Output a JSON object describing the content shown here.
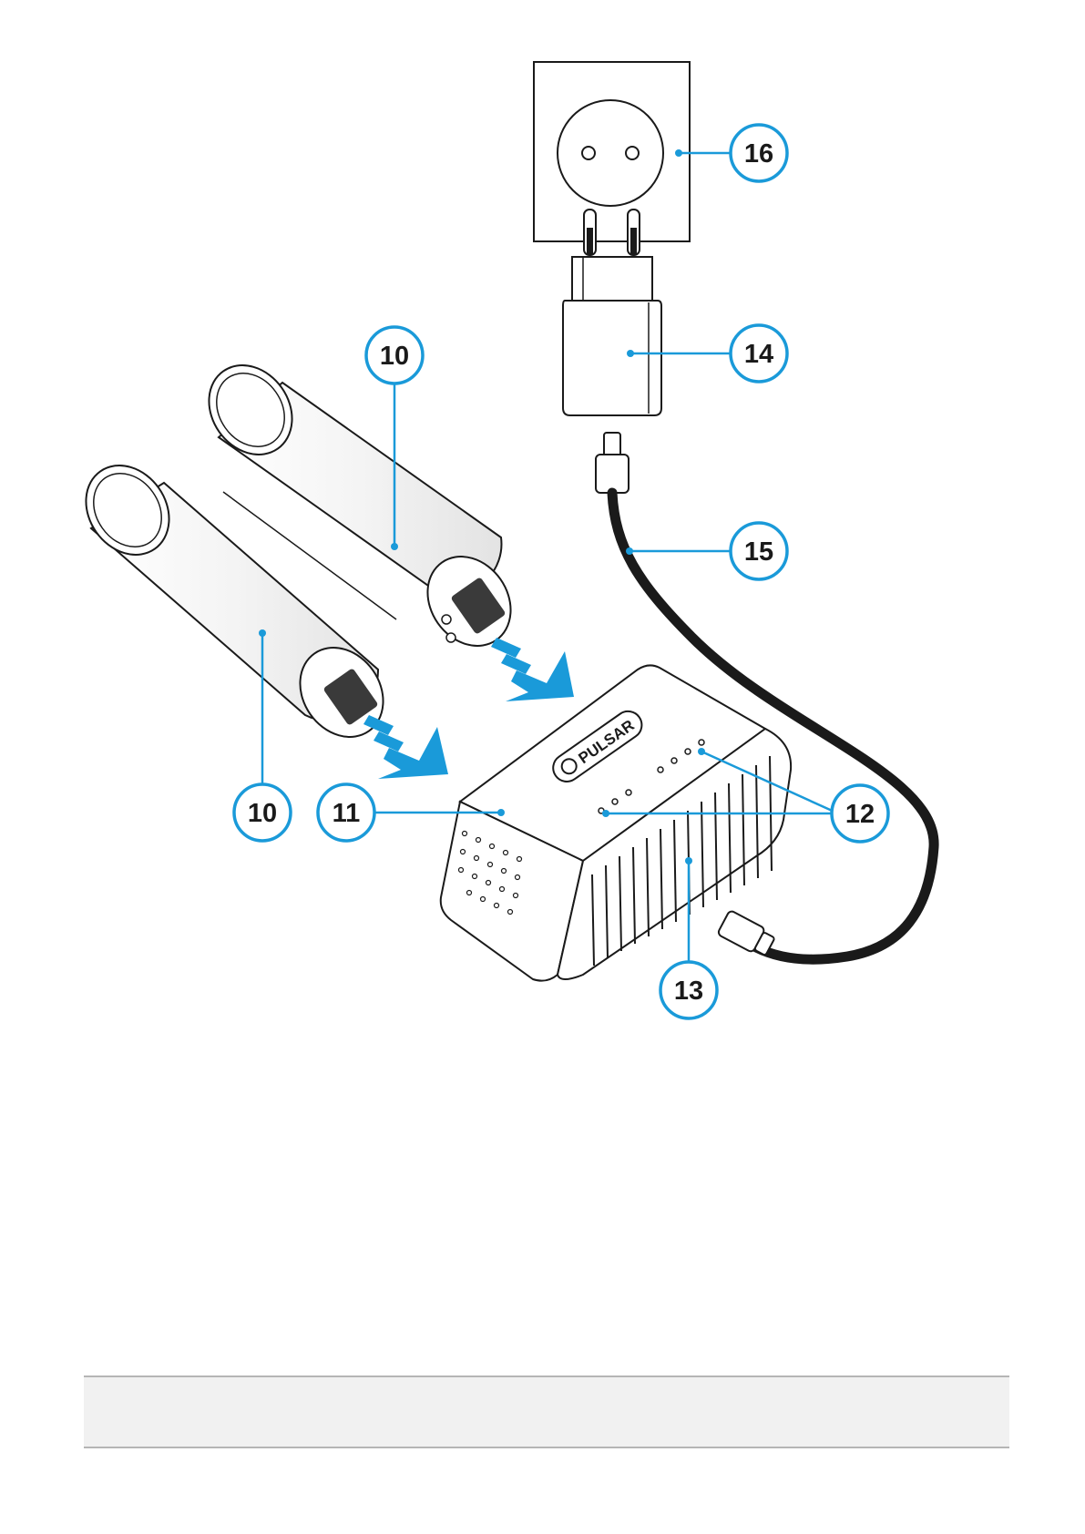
{
  "brand_label": "PULSAR",
  "callouts": {
    "battery_top": "10",
    "battery_left": "10",
    "charger": "11",
    "indicators": "12",
    "usb_port": "13",
    "adapter": "14",
    "cable": "15",
    "socket": "16"
  },
  "colors": {
    "accent": "#1a9ad9",
    "outline": "#1a1a1a",
    "footer": "#f1f1f1"
  }
}
